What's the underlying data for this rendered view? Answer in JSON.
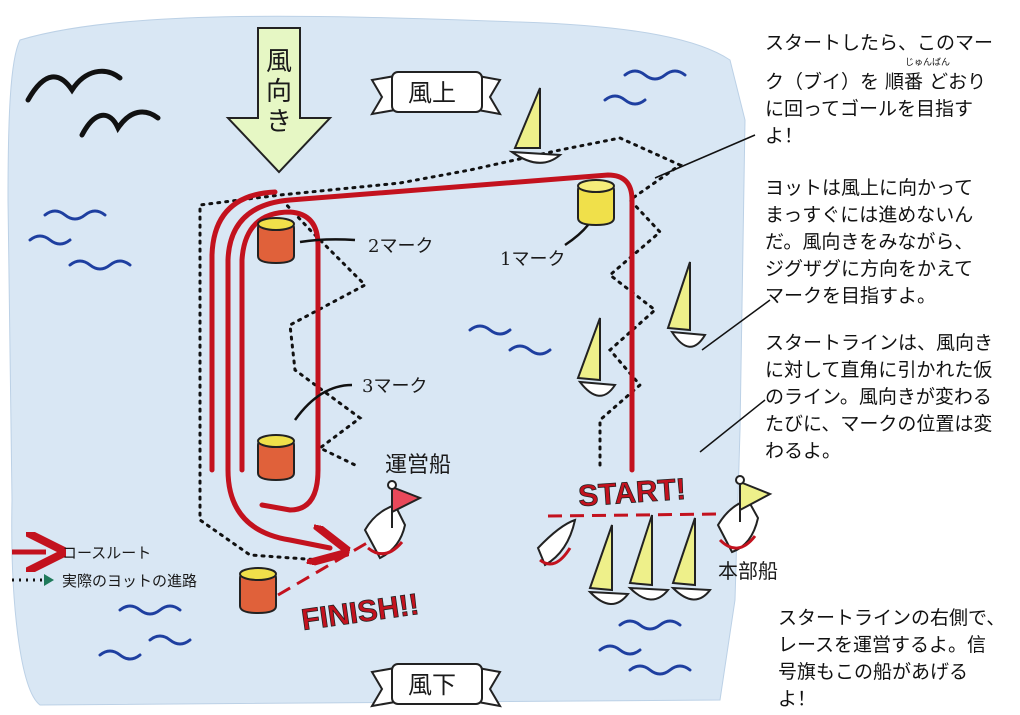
{
  "colors": {
    "water": "#d9e7f4",
    "route": "#c3121e",
    "buoy": "#e0613a",
    "buoy_top": "#f0e04a",
    "sail": "#eef08a",
    "wind": "#e6f7c4",
    "wave": "#1e3fa0",
    "path_mark": "#1f7a5a"
  },
  "wind_arrow": {
    "label": [
      "風",
      "向",
      "き"
    ]
  },
  "banners": {
    "top": "風上",
    "bottom": "風下"
  },
  "marks": {
    "mark1": "1マーク",
    "mark2": "2マーク",
    "mark3": "3マーク"
  },
  "ships": {
    "committee": "運営船",
    "headquarters": "本部船"
  },
  "start_label": "START!",
  "finish_label": "FINISH!!",
  "legend": {
    "course_route": "コースルート",
    "actual_path": "実際のヨットの進路"
  },
  "notes": {
    "note1": {
      "line1": "スタートしたら、このマー",
      "line2": "ク（ブイ）を 順番 どおり",
      "line3": "に回ってゴールを目指す",
      "line4": "よ！",
      "ruby": "じゅんばん"
    },
    "note2": {
      "line1": "ヨットは風上に向かって",
      "line2": "まっすぐには進めないん",
      "line3": "だ。風向きをみながら、",
      "line4": "ジグザグに方向をかえて",
      "line5": "マークを目指すよ。"
    },
    "note3": {
      "line1": "スタートラインは、風向き",
      "line2": "に対して直角に引かれた仮",
      "line3": "のライン。風向きが変わる",
      "line4": "たびに、マークの位置は変",
      "line5": "わるよ。"
    },
    "note4": {
      "line1": "スタートラインの右側で、",
      "line2": "レースを運営するよ。信",
      "line3": "号旗もこの船があげる",
      "line4": "よ！"
    }
  }
}
